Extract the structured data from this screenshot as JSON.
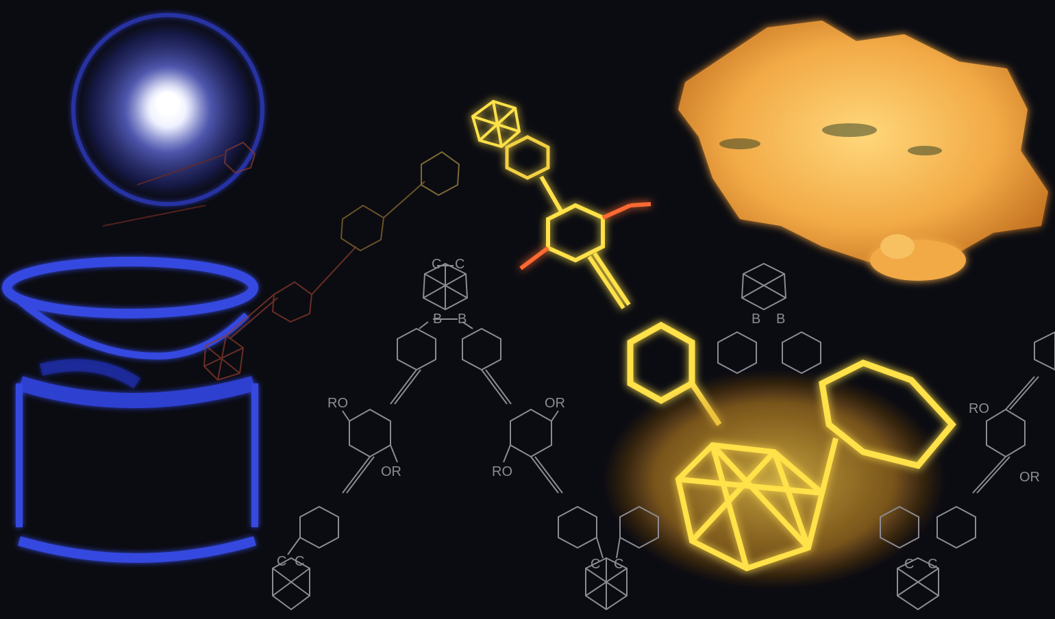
{
  "colors": {
    "background": "#0b0c12",
    "structure_gray": "#8c8c94",
    "glow_yellow": "#ffe14a",
    "crystal_orange": "#f4b04a",
    "uv_blue": "#3b4ed8",
    "lamp_white": "#ffffff",
    "stick_red": "#d7462b"
  },
  "labels": {
    "c1": "C",
    "c2": "C",
    "b1": "B",
    "b2": "B",
    "ro": "RO",
    "or": "OR"
  },
  "icons": [
    "uv-lamp-sphere",
    "beaker-icon",
    "carborane-cluster-icon",
    "benzene-ring-icon",
    "crystal-cluster-icon"
  ]
}
